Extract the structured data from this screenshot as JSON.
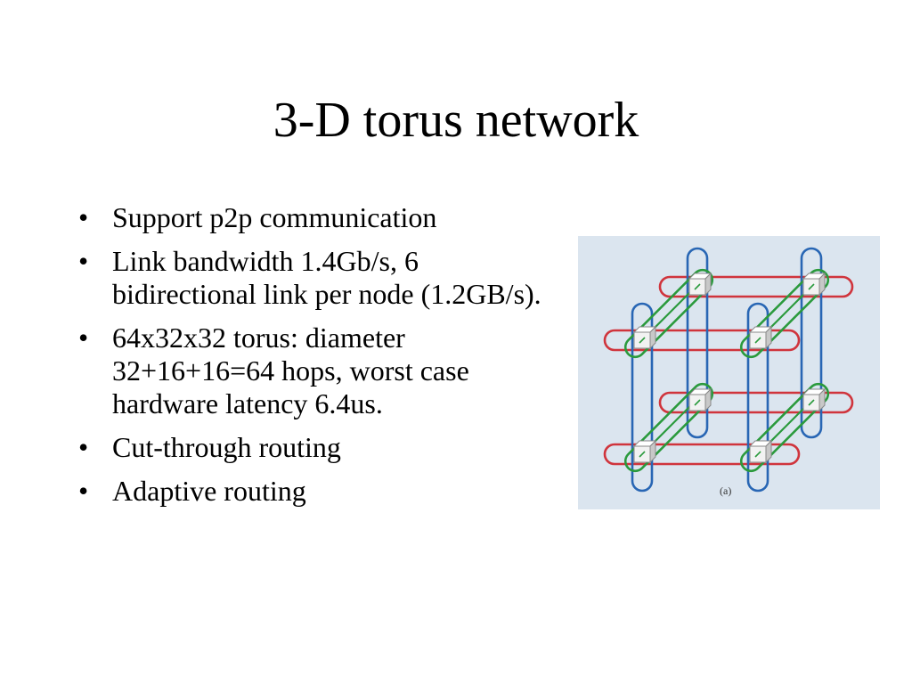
{
  "slide": {
    "title": "3-D torus network",
    "bullet_glyph": "•",
    "bullets": [
      "Support p2p communication",
      "Link bandwidth 1.4Gb/s, 6 bidirectional link per node (1.2GB/s).",
      "64x32x32 torus: diameter 32+16+16=64 hops, worst case hardware latency 6.4us.",
      "Cut-through routing",
      "Adaptive routing"
    ]
  },
  "figure": {
    "caption": "(a)",
    "background": "#dbe5ef",
    "colors": {
      "x_links": "#d0343c",
      "y_links": "#2866b4",
      "z_links": "#2a9a3c",
      "node_face": "#f2f2f2",
      "node_edge": "#888888"
    }
  }
}
